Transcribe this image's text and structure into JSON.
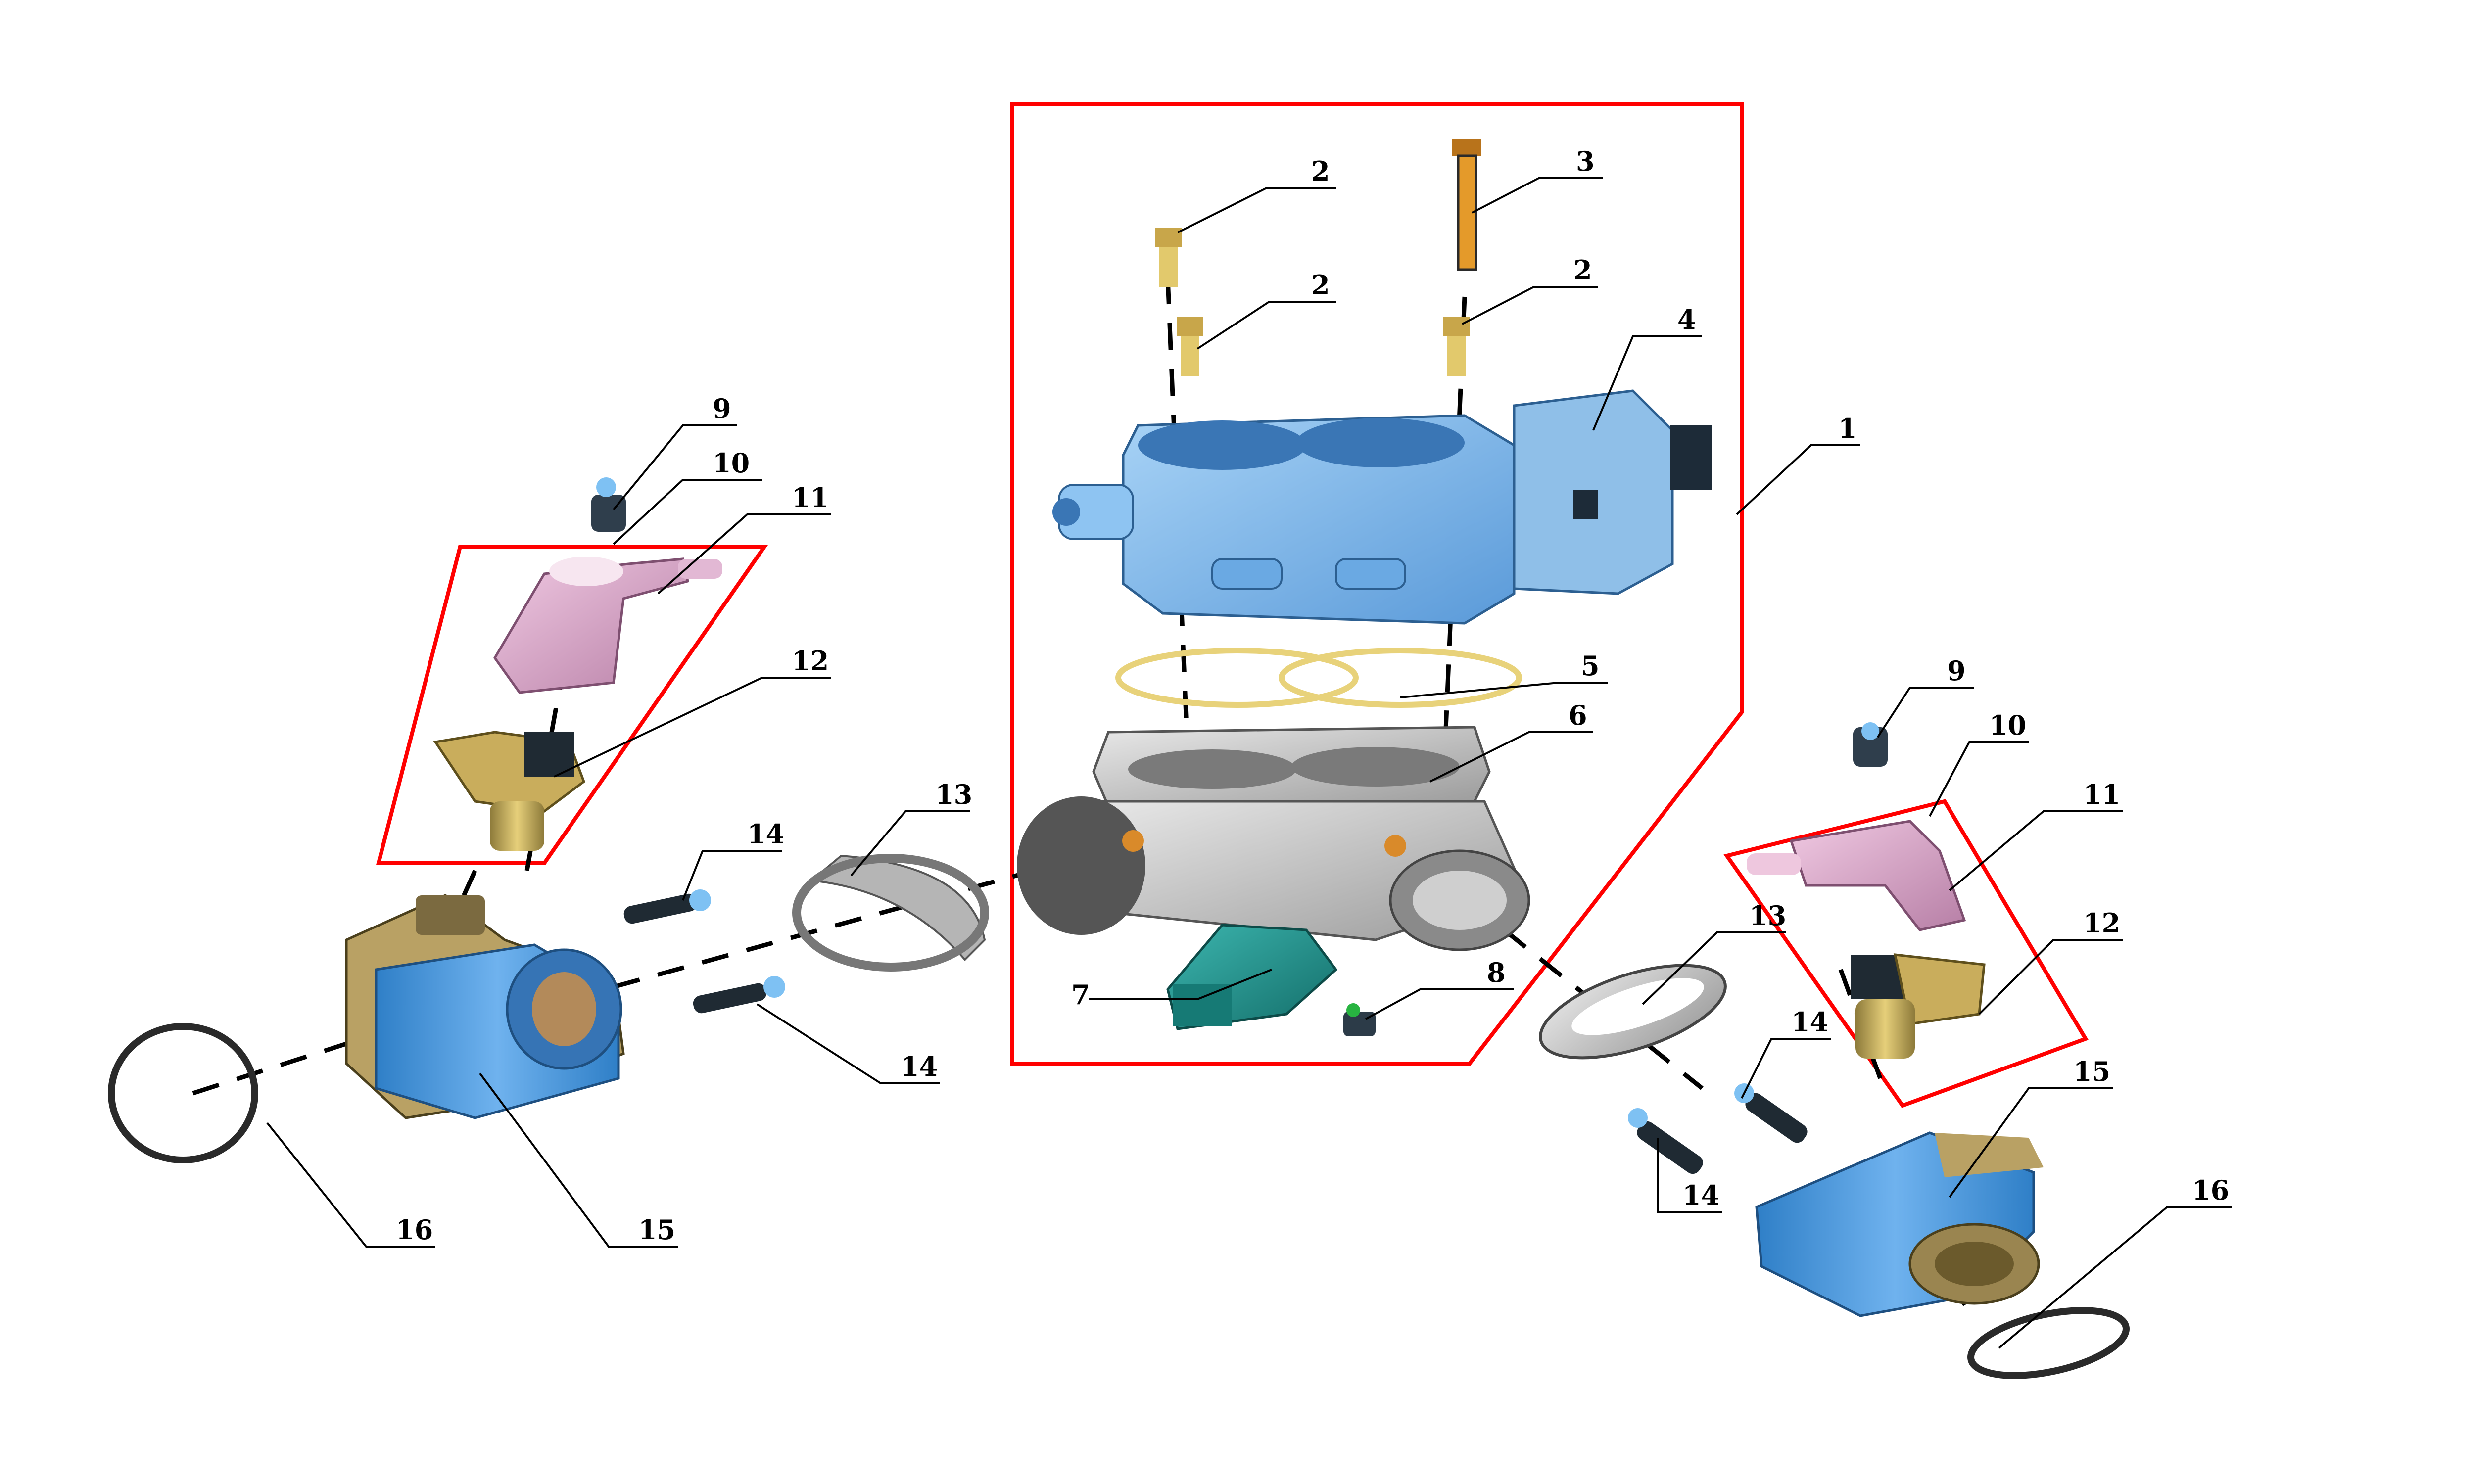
{
  "labels": {
    "l1": "1",
    "l2a": "2",
    "l2b": "2",
    "l2c": "2",
    "l3": "3",
    "l4": "4",
    "l5": "5",
    "l6": "6",
    "l7": "7",
    "l8": "8",
    "l9_left": "9",
    "l10_left": "10",
    "l11_left": "11",
    "l12_left": "12",
    "l13_left": "13",
    "l14_left_upper": "14",
    "l14_left_lower": "14",
    "l15_left": "15",
    "l16_left": "16",
    "l9_right": "9",
    "l10_right": "10",
    "l11_right": "11",
    "l12_right": "12",
    "l13_right": "13",
    "l14_right_upper": "14",
    "l14_right_lower": "14",
    "l15_right": "15",
    "l16_right": "16"
  },
  "colors": {
    "frame_red": "#ff0000",
    "throttle_blue": "#7cb6ec",
    "manifold_blue": "#4f96d8",
    "gasket_yellow": "#e8d27a",
    "spacer_gray": "#c8c8c8",
    "rail_pink": "#d9a7c7",
    "injector_gold": "#c9ad5c",
    "sensor_teal": "#1e8e8a",
    "bolt_orange": "#e49a2a",
    "screw_gold": "#d8bd5a",
    "clip_dark": "#3c4a55"
  }
}
